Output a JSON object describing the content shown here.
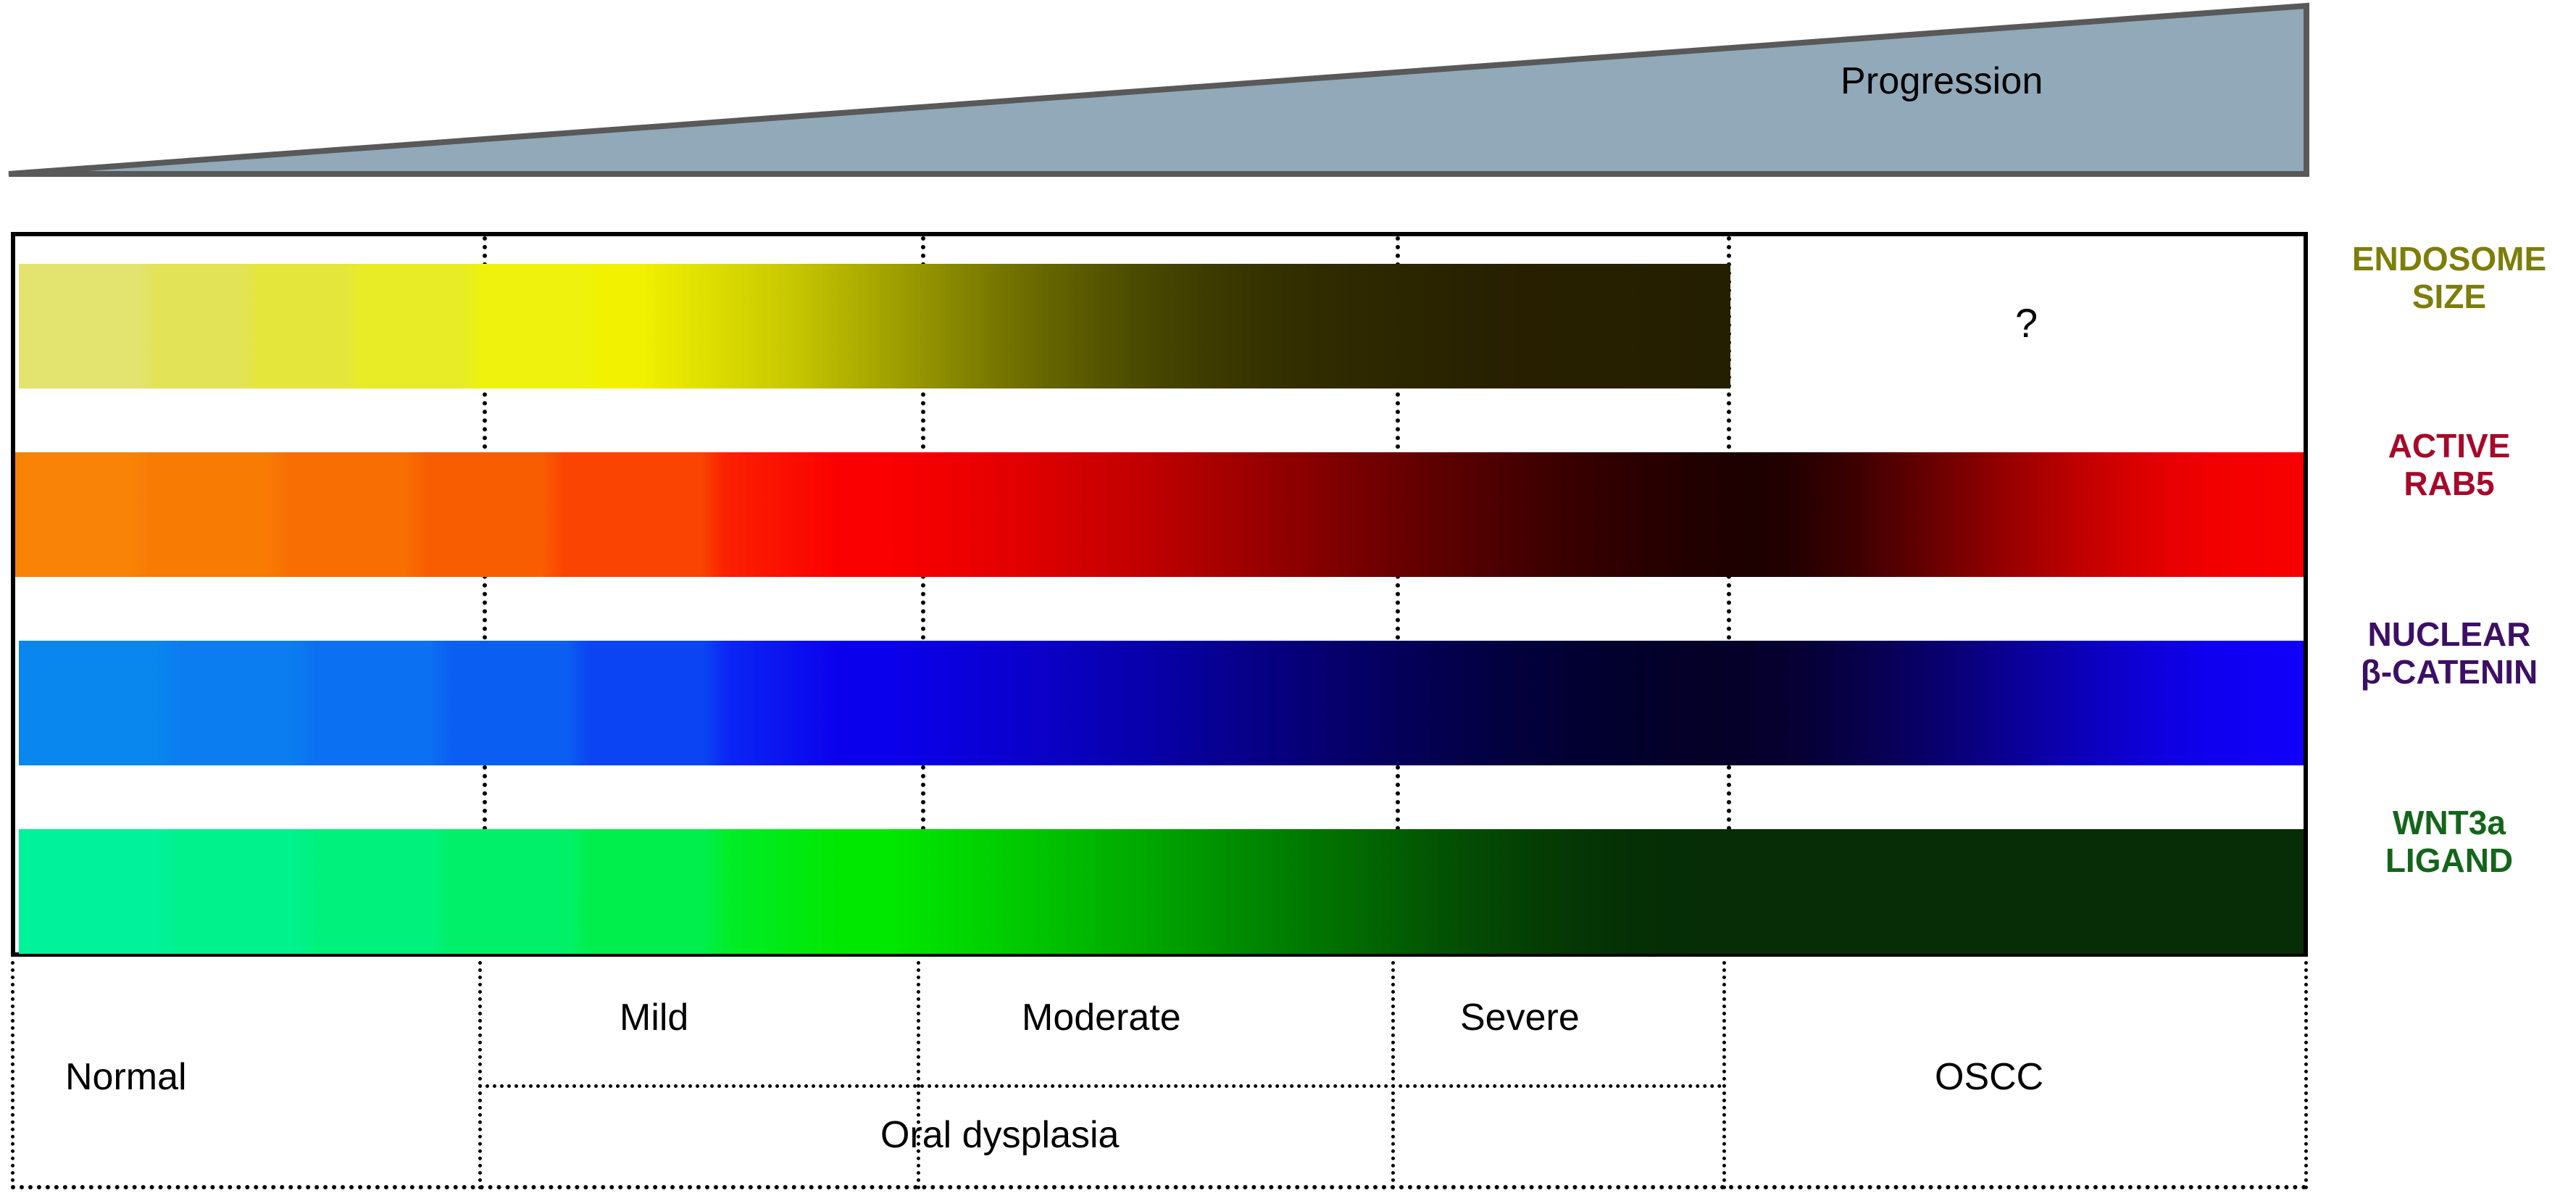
{
  "figure": {
    "type": "progression-heatbar-diagram",
    "progression_arrow": {
      "label": "Progression",
      "fill_color": "#91a9b9",
      "stroke_color": "#595959",
      "direction": "left-to-right increasing"
    },
    "unknown_marker": "?",
    "markers": [
      {
        "id": "endosome-size",
        "label_line1": "ENDOSOME",
        "label_line2": "SIZE",
        "color": "#7d7d0a",
        "bar_start_color": "#e3e370",
        "bar_mid_color": "#f2f200",
        "bar_end_color": "#241f00",
        "extends_to": "Severe",
        "oscc_state": "unknown"
      },
      {
        "id": "active-rab5",
        "label_line1": "ACTIVE",
        "label_line2": "RAB5",
        "color": "#a6092a",
        "bar_start_color": "#f98307",
        "bar_mid_color": "#fb0000",
        "bar_end_color": "#1d0000",
        "bar_oscc_color": "#f80000",
        "extends_to": "OSCC",
        "oscc_state": "re-elevated"
      },
      {
        "id": "nuclear-beta-catenin",
        "label_line1": "NUCLEAR",
        "label_line2": "β-CATENIN",
        "color": "#3b1065",
        "bar_start_color": "#0a86ef",
        "bar_mid_color": "#0b00ec",
        "bar_end_color": "#05002b",
        "bar_oscc_color": "#1000fb",
        "extends_to": "OSCC",
        "oscc_state": "re-elevated"
      },
      {
        "id": "wnt3a-ligand",
        "label_line1": "WNT3a",
        "label_line2": "LIGAND",
        "color": "#14651a",
        "bar_start_color": "#00f29a",
        "bar_mid_color": "#00e800",
        "bar_end_color": "#062d06",
        "extends_to": "OSCC",
        "oscc_state": "low"
      }
    ],
    "stages": [
      {
        "id": "normal",
        "label": "Normal",
        "group": null
      },
      {
        "id": "mild",
        "label": "Mild",
        "group": "Oral dysplasia"
      },
      {
        "id": "moderate",
        "label": "Moderate",
        "group": "Oral dysplasia"
      },
      {
        "id": "severe",
        "label": "Severe",
        "group": "Oral dysplasia"
      },
      {
        "id": "oscc",
        "label": "OSCC",
        "group": null
      }
    ],
    "stage_group_label": "Oral dysplasia"
  },
  "chart_data": {
    "type": "heatmap",
    "title": "",
    "xlabel": "",
    "ylabel": "",
    "categories": [
      "Normal",
      "Mild",
      "Moderate",
      "Severe",
      "OSCC"
    ],
    "grid": false,
    "legend_position": "right",
    "annotations": [
      "Progression",
      "Oral dysplasia",
      "?"
    ],
    "series": [
      {
        "name": "ENDOSOME SIZE",
        "values": [
          1,
          2,
          4,
          5,
          null
        ]
      },
      {
        "name": "ACTIVE RAB5",
        "values": [
          1,
          2,
          4,
          5,
          2
        ]
      },
      {
        "name": "NUCLEAR β-CATENIN",
        "values": [
          1,
          2,
          4,
          5,
          2
        ]
      },
      {
        "name": "WNT3a LIGAND",
        "values": [
          1,
          2,
          4,
          5,
          5
        ]
      }
    ]
  }
}
